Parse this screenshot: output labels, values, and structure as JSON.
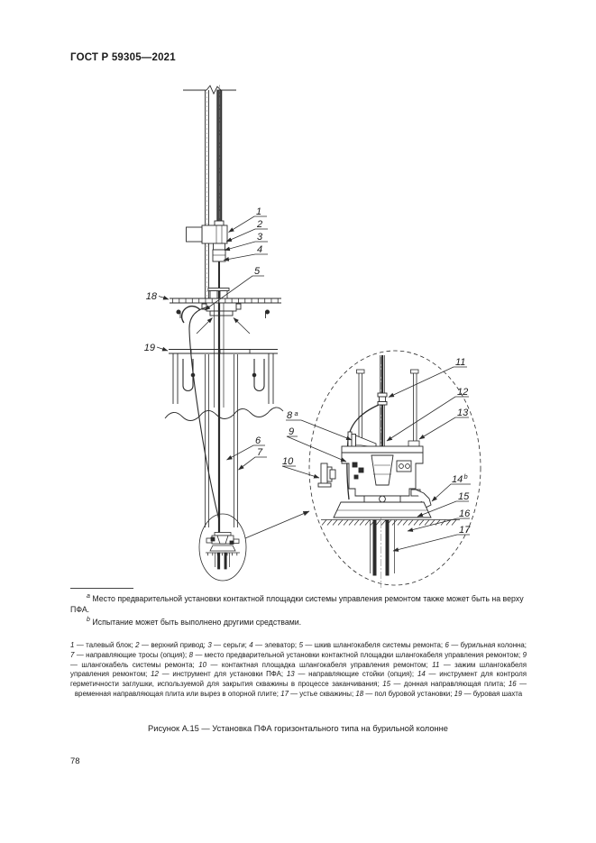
{
  "page": {
    "header": "ГОСТ Р 59305—2021",
    "page_number": "78"
  },
  "figure": {
    "caption": "Рисунок А.15 — Установка ПФА горизонтального типа на бурильной колонне"
  },
  "footnotes": [
    {
      "marker": "a",
      "text": "Место предварительной установки контактной площадки системы управления ремонтом также может быть на верху ПФА."
    },
    {
      "marker": "b",
      "text": "Испытание может быть выполнено другими средствами."
    }
  ],
  "legend": {
    "items": [
      {
        "num": "1",
        "text": "талевый блок"
      },
      {
        "num": "2",
        "text": "верхний привод"
      },
      {
        "num": "3",
        "text": "серьги"
      },
      {
        "num": "4",
        "text": "элеватор"
      },
      {
        "num": "5",
        "text": "шкив шлангокабеля системы ремонта"
      },
      {
        "num": "6",
        "text": "бурильная колонна"
      },
      {
        "num": "7",
        "text": "направляющие тросы (опция)"
      },
      {
        "num": "8",
        "text": "место предварительной установки контактной площадки шлангокабеля управления ремонтом"
      },
      {
        "num": "9",
        "text": "шлангокабель системы ремонта"
      },
      {
        "num": "10",
        "text": "контактная площадка шлангокабеля управления ремонтом"
      },
      {
        "num": "11",
        "text": "зажим шлангокабеля управления ремонтом"
      },
      {
        "num": "12",
        "text": "инструмент для установки ПФА"
      },
      {
        "num": "13",
        "text": "направляющие стойки (опция)"
      },
      {
        "num": "14",
        "text": "инструмент для контроля герметичности заглушки, используемой для закрытия скважины в процессе заканчивания"
      },
      {
        "num": "15",
        "text": "донная направляющая плита"
      },
      {
        "num": "16",
        "text": "временная направляющая плита или вырез в опорной плите"
      },
      {
        "num": "17",
        "text": "устье скважины"
      },
      {
        "num": "18",
        "text": "пол буровой установки"
      },
      {
        "num": "19",
        "text": "буровая шахта"
      }
    ]
  },
  "diagram": {
    "callouts": {
      "c1": "1",
      "c2": "2",
      "c3": "3",
      "c4": "4",
      "c5": "5",
      "c6": "6",
      "c7": "7",
      "c8": "8",
      "c9": "9",
      "c10": "10",
      "c11": "11",
      "c12": "12",
      "c13": "13",
      "c14": "14",
      "c15": "15",
      "c16": "16",
      "c17": "17",
      "c18": "18",
      "c19": "19",
      "sup8": "a",
      "sup14": "b"
    },
    "line_color": "#2b2b2b"
  }
}
